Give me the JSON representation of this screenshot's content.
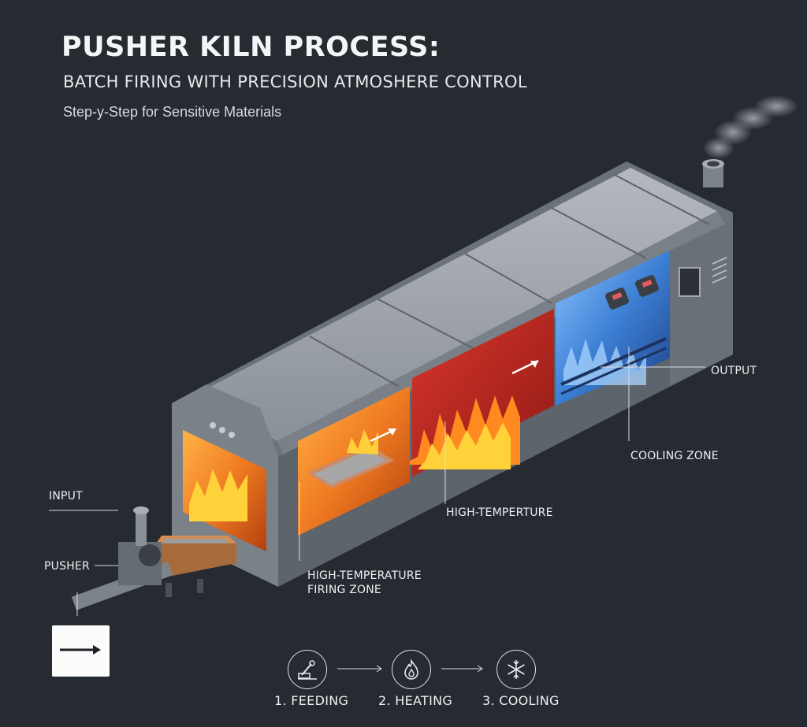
{
  "header": {
    "title": "PUSHER KILN PROCESS:",
    "subtitle": "BATCH FIRING WITH PRECISION ATMOSHERE CONTROL",
    "caption": "Step-y-Step for Sensitive Materials"
  },
  "labels": {
    "input": "INPUT",
    "pusher": "PUSHER",
    "firing_zone_line1": "HIGH-TEMPERATURE",
    "firing_zone_line2": "FIRING ZONE",
    "high_temp": "HIGH-TEMPERTURE",
    "cooling_zone": "COOLING ZONE",
    "output": "OUTPUT"
  },
  "steps": [
    {
      "label": "1. FEEDING",
      "icon": "feeding-icon"
    },
    {
      "label": "2. HEATING",
      "icon": "flame-icon"
    },
    {
      "label": "3. COOLING",
      "icon": "snowflake-icon"
    }
  ],
  "colors": {
    "background": "#262a31",
    "kiln_body": "#8e949b",
    "hot_zone": "#e4572e",
    "cool_zone": "#3a7bd5"
  }
}
